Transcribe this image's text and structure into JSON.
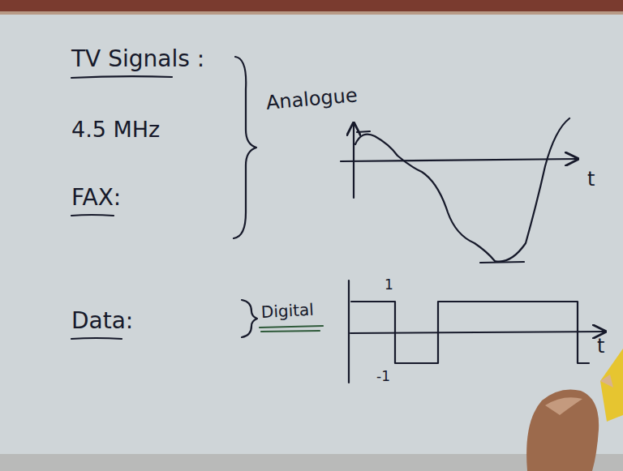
{
  "diagram": {
    "labels": [
      "TV Signals :",
      "4.5 MHz",
      "Analogue",
      "FAX:",
      "Data:",
      "Digital",
      "1",
      "-1",
      "t",
      "t"
    ]
  }
}
